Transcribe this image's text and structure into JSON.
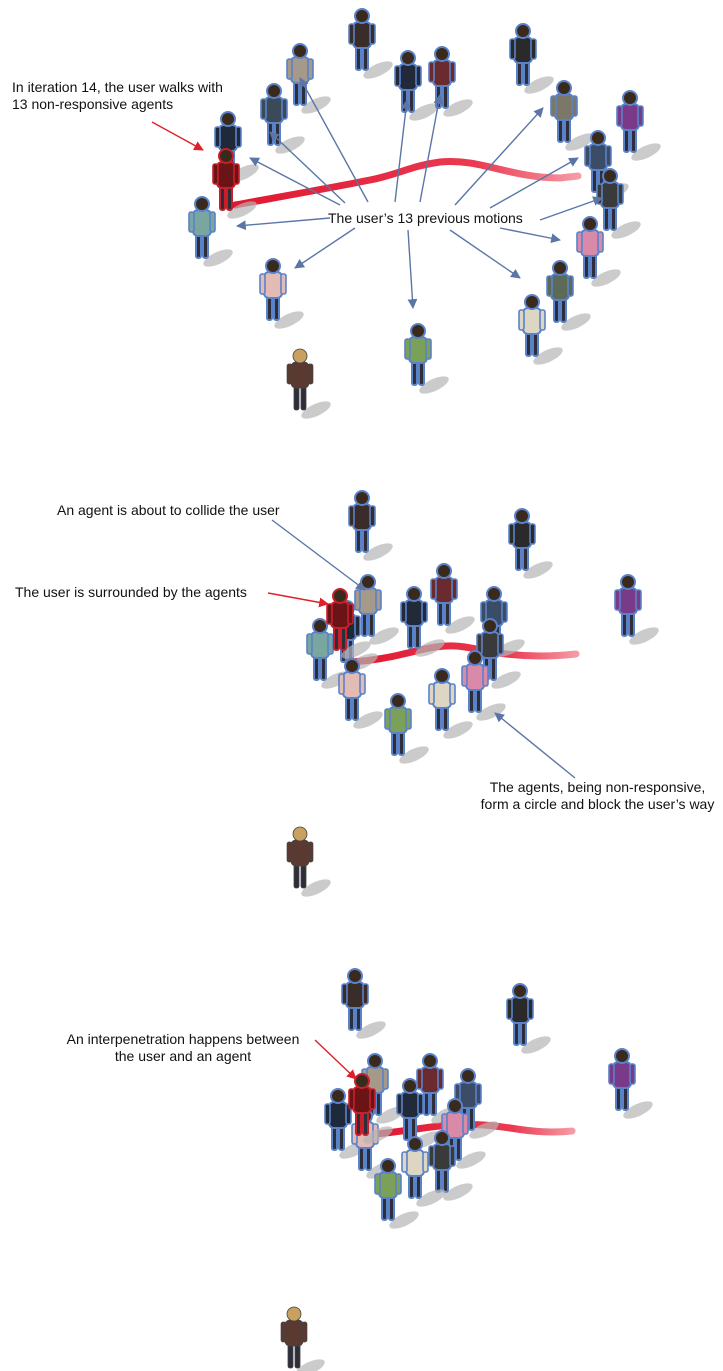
{
  "colors": {
    "arrow_blue": "#5b76a6",
    "arrow_red": "#e0202a",
    "trajectory_red": "#e8243a",
    "agent_outline": "#5a82c8",
    "user_figure": "#c8202a"
  },
  "panels": [
    {
      "annotations": [
        {
          "lines": [
            "In iteration 14, the user walks with",
            "13 non-responsive agents"
          ]
        },
        {
          "lines": [
            "The user’s 13 previous motions"
          ]
        }
      ]
    },
    {
      "annotations": [
        {
          "lines": [
            "An agent is about to collide the user"
          ]
        },
        {
          "lines": [
            "The user is surrounded by the agents"
          ]
        },
        {
          "lines": [
            "The agents, being non-responsive,",
            "form a circle and block the user’s way"
          ]
        }
      ]
    },
    {
      "annotations": [
        {
          "lines": [
            "An interpenetration happens between",
            "the user and an agent"
          ]
        }
      ]
    }
  ]
}
